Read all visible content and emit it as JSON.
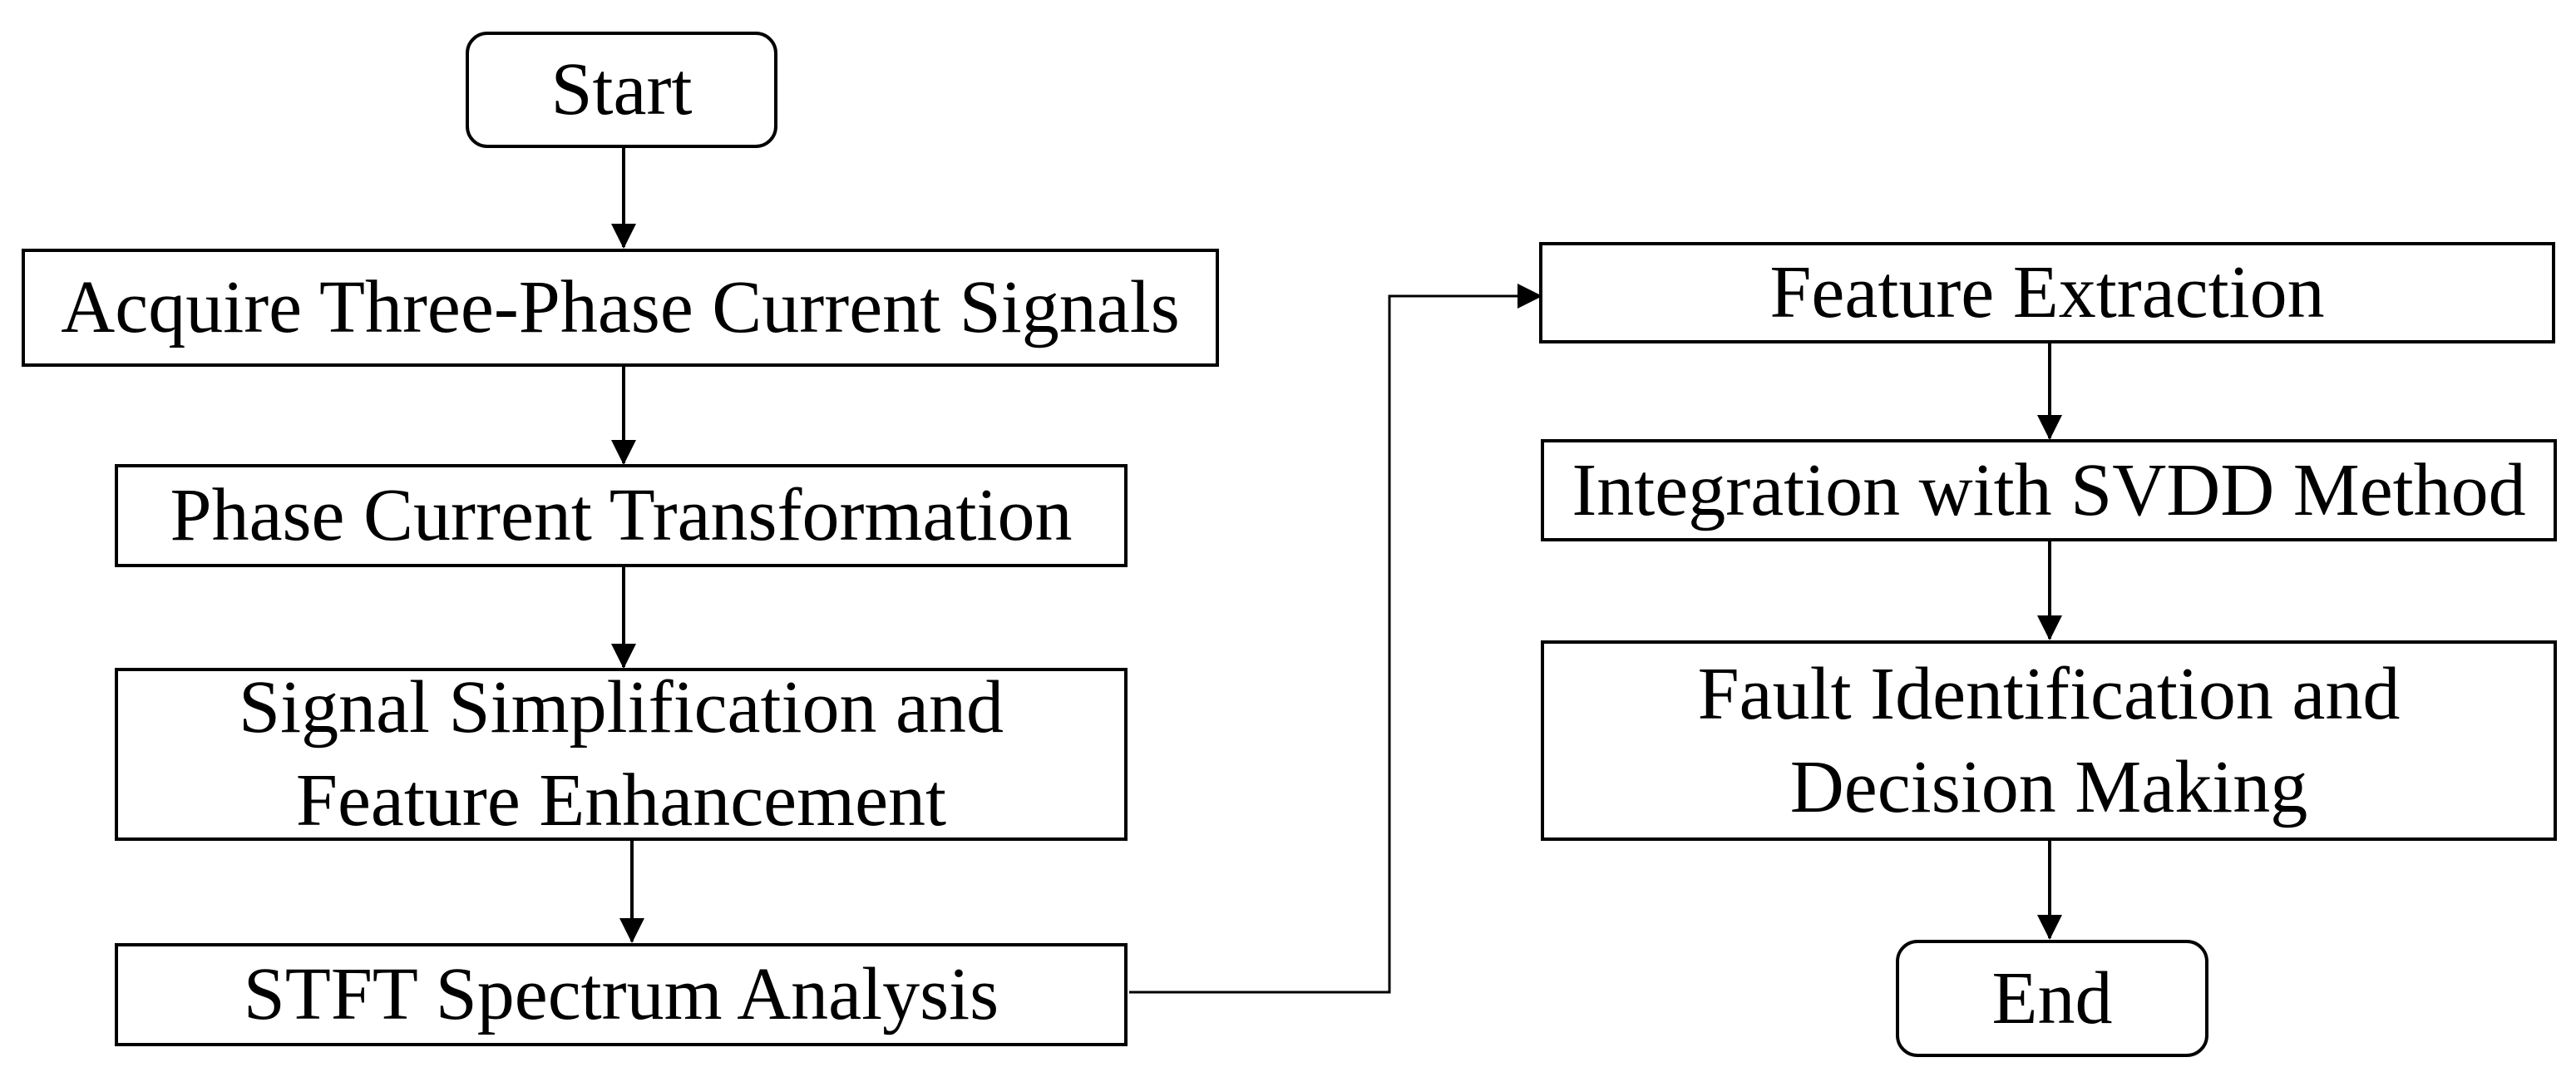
{
  "diagram": {
    "nodes": {
      "start": {
        "lines": [
          "Start"
        ]
      },
      "acquire": {
        "lines": [
          "Acquire Three-Phase Current Signals"
        ]
      },
      "transform": {
        "lines": [
          "Phase Current Transformation"
        ]
      },
      "simplify": {
        "lines": [
          "Signal Simplification and",
          "Feature Enhancement"
        ]
      },
      "stft": {
        "lines": [
          "STFT Spectrum Analysis"
        ]
      },
      "feature": {
        "lines": [
          "Feature Extraction"
        ]
      },
      "svdd": {
        "lines": [
          "Integration with SVDD Method"
        ]
      },
      "fault": {
        "lines": [
          "Fault Identification and",
          "Decision Making"
        ]
      },
      "end": {
        "lines": [
          "End"
        ]
      }
    },
    "line_color": "#000000",
    "box_border_color": "#000000",
    "background_color": "#ffffff"
  }
}
